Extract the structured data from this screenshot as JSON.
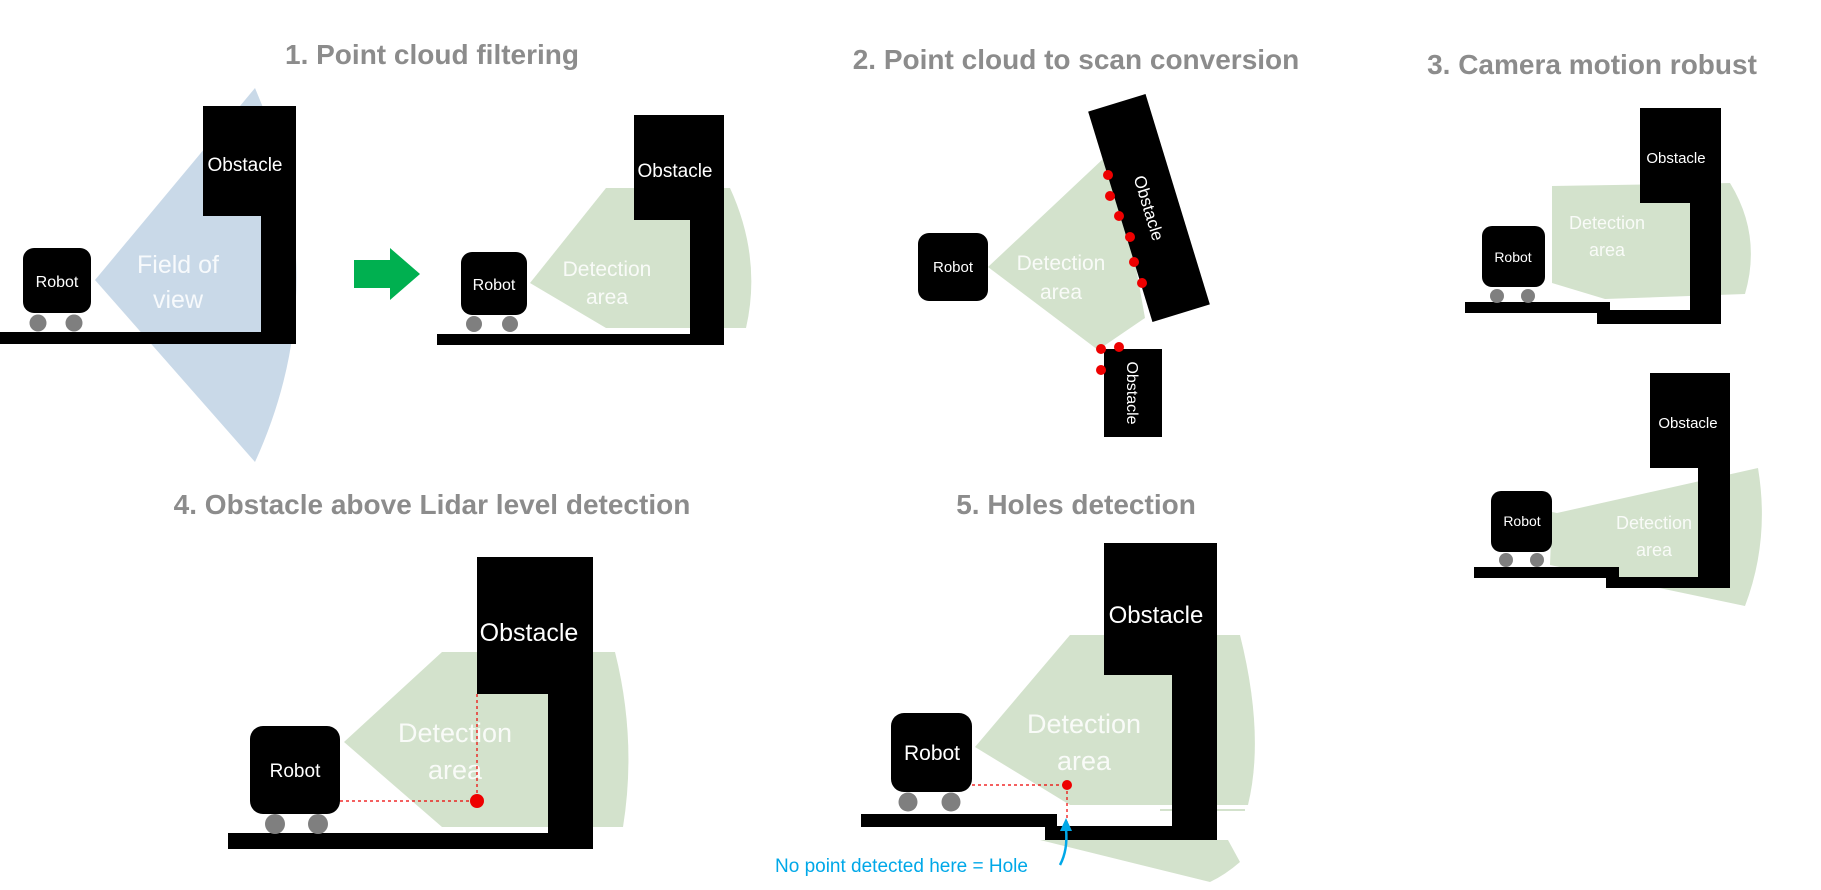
{
  "titles": {
    "p1": "1. Point cloud filtering",
    "p2": "2. Point cloud to scan conversion",
    "p3": "3. Camera motion robust",
    "p4": "4. Obstacle above Lidar level detection",
    "p5": "5. Holes detection"
  },
  "labels": {
    "robot": "Robot",
    "obstacle": "Obstacle",
    "field_of_view_l1": "Field of",
    "field_of_view_l2": "view",
    "detection_l1": "Detection",
    "detection_l2": "area",
    "hole_note": "No point detected here = Hole"
  },
  "colors": {
    "fov_blue": "#c9d9e8",
    "detection_green": "#d3e2cc",
    "arrow_green": "#00b050",
    "point_red": "#ee0000",
    "hole_blue": "#00a8e8",
    "title_gray": "#8c8c8c",
    "solid": "#000000",
    "wheel": "#7f7f7f"
  }
}
